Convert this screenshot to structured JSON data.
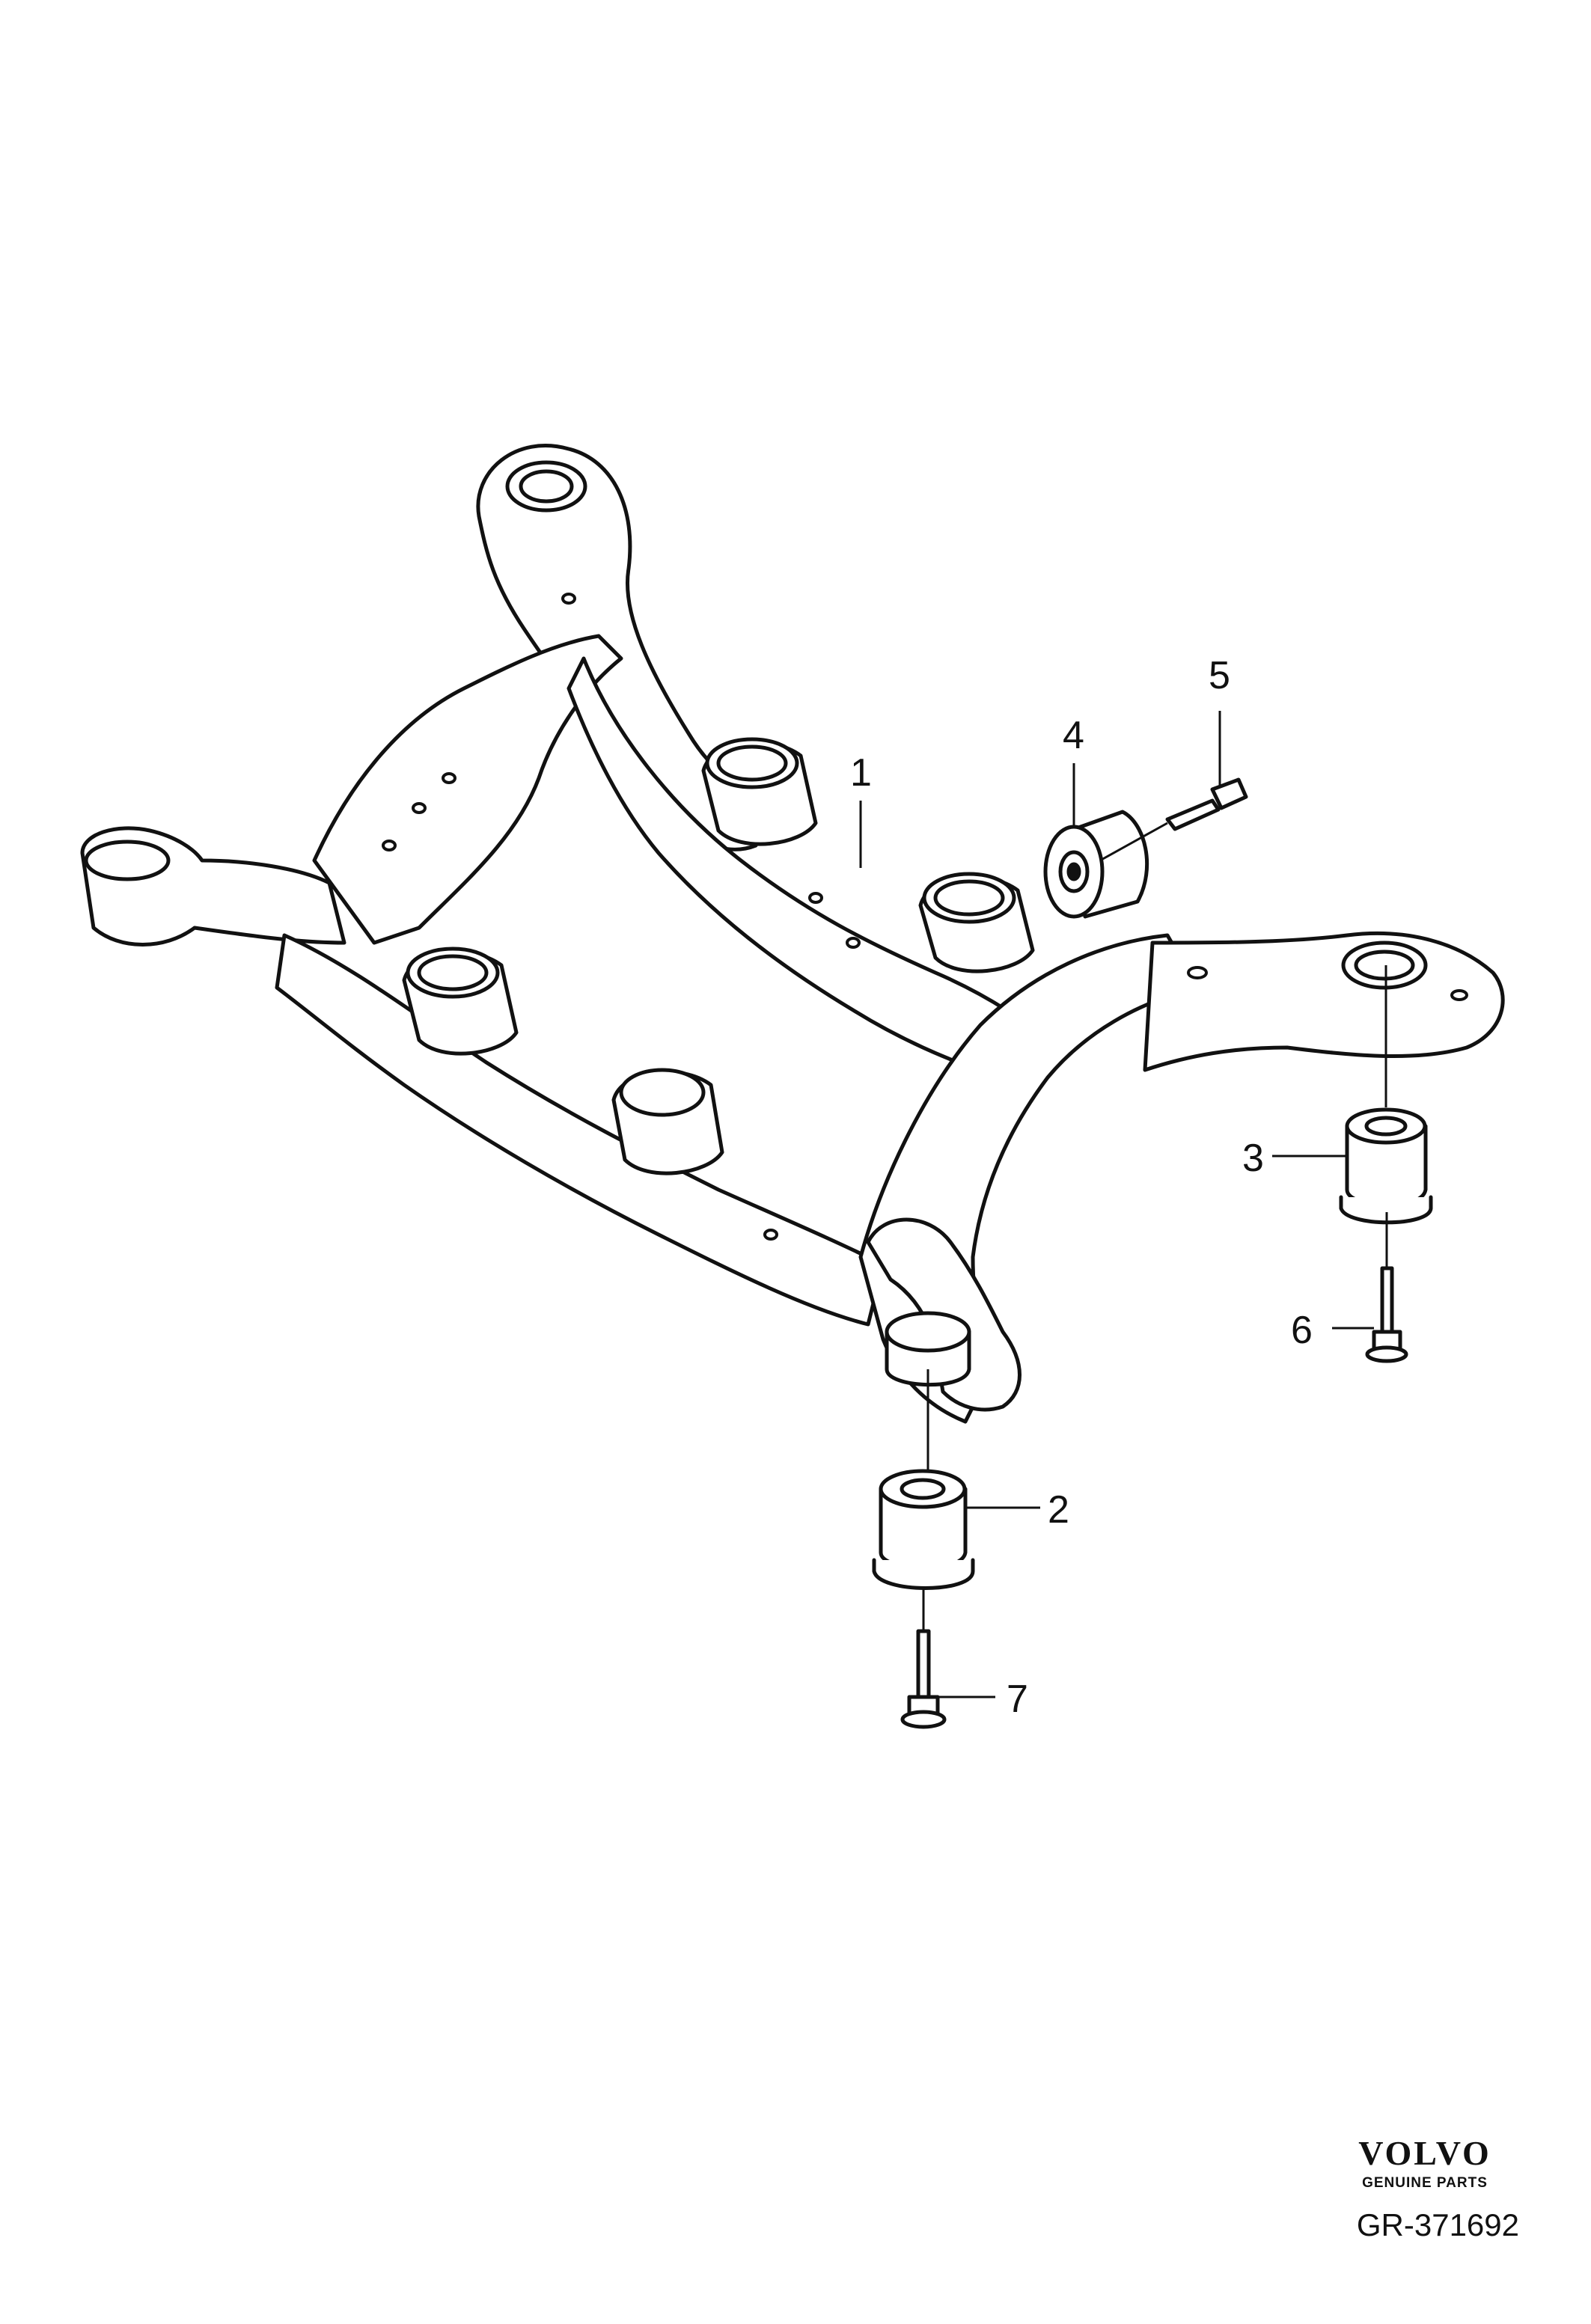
{
  "callouts": {
    "c1": "1",
    "c2": "2",
    "c3": "3",
    "c4": "4",
    "c5": "5",
    "c6": "6",
    "c7": "7"
  },
  "brand": {
    "logo": "VOLVO",
    "tagline": "GENUINE PARTS"
  },
  "reference": "GR-371692"
}
